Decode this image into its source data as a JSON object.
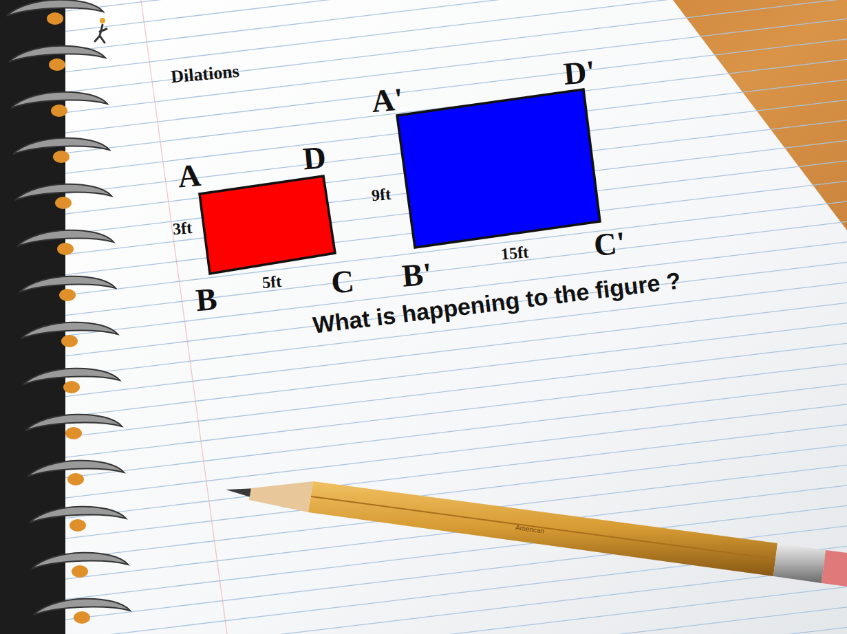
{
  "diagram": {
    "title": "Dilations",
    "caption": "What is happening to the figure ?",
    "labels": [
      "A",
      "D",
      "3ft",
      "B",
      "5ft",
      "C",
      "A'",
      "D'",
      "9ft",
      "B'",
      "15ft",
      "C'",
      "American"
    ]
  }
}
